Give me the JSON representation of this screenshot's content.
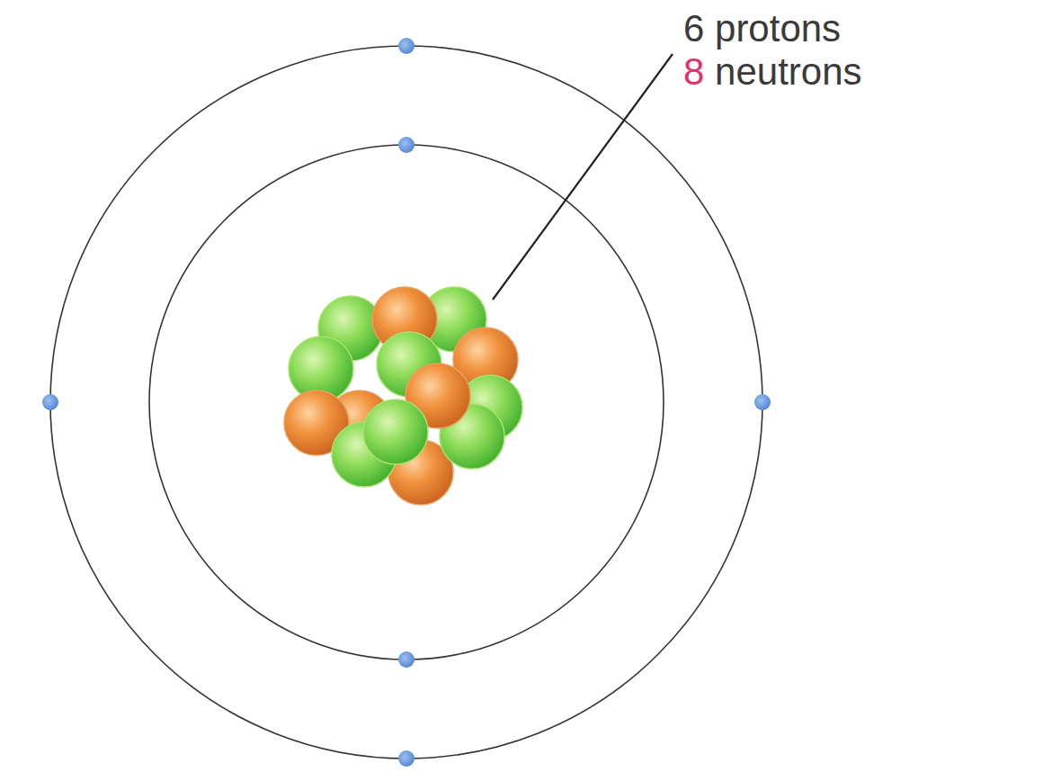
{
  "diagram": {
    "labels": [
      "6 protons",
      "8",
      "neutrons"
    ]
  }
}
